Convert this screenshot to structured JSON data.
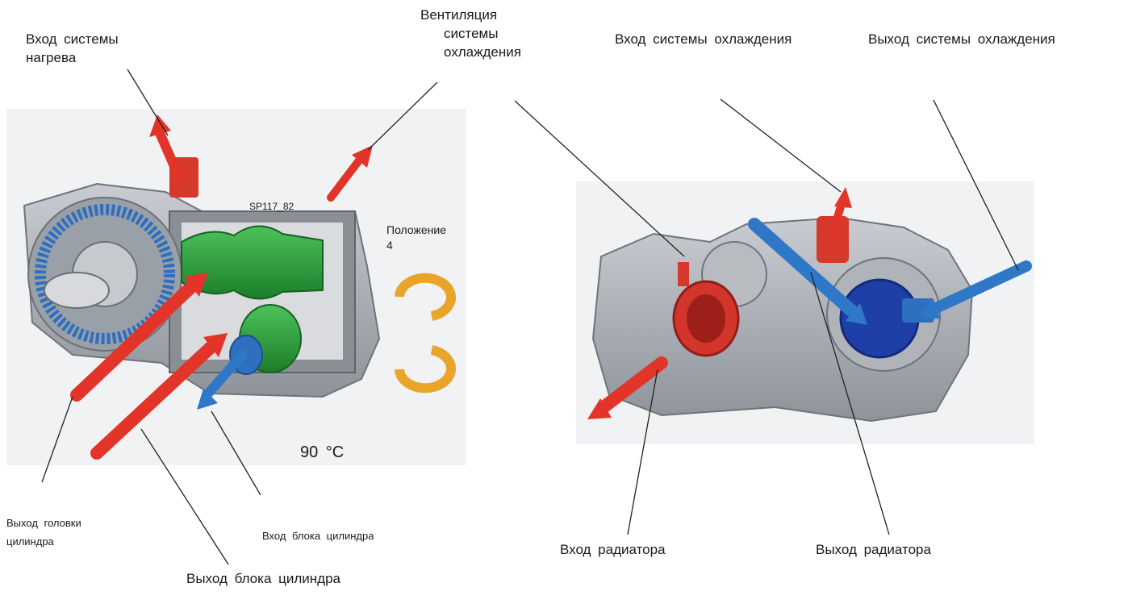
{
  "left": {
    "heating_inlet": [
      "Вход системы",
      "нагрева"
    ],
    "cooling_vent": [
      "Вентиляция",
      "системы",
      "охлаждения"
    ],
    "figure_code": "SP117_82",
    "position": [
      "Положение",
      "4"
    ],
    "temperature": "90 °C",
    "head_outlet": [
      "Выход головки",
      "цилиндра"
    ],
    "block_inlet": "Вход блока цилиндра",
    "block_outlet": "Выход блока цилиндра"
  },
  "right": {
    "cooling_inlet": "Вход системы охлаждения",
    "cooling_outlet": "Выход системы охлаждения",
    "radiator_inlet": "Вход радиатора",
    "radiator_outlet": "Выход радиатора"
  },
  "colors": {
    "hot_arrow": "#e3342a",
    "cold_arrow": "#2f78c8",
    "rotation_arrow": "#e9a52a",
    "rotary_valve": "#2aa138",
    "housing": "#a9adb3"
  }
}
